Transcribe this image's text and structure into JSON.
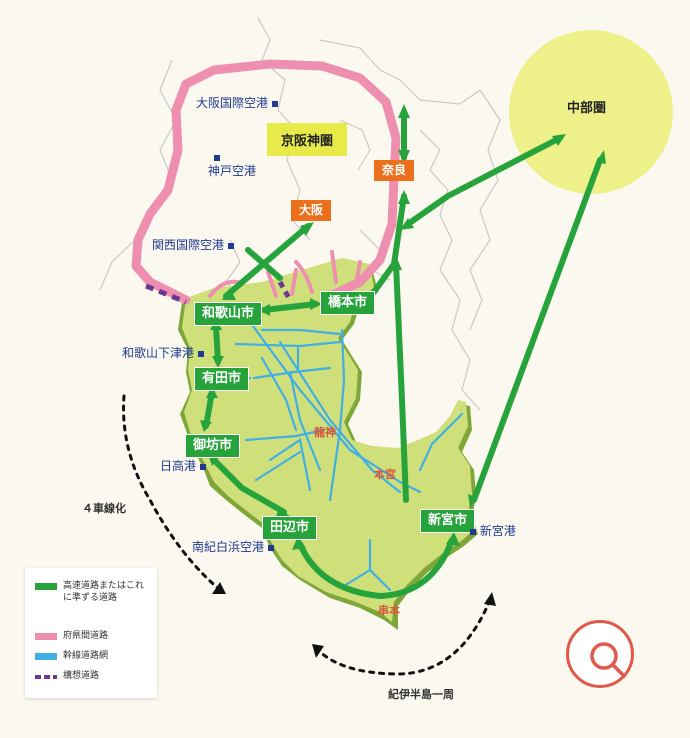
{
  "regions": {
    "keihanshin": "京阪神圏",
    "chubu": "中部圏"
  },
  "prefectures": {
    "osaka": "大阪",
    "nara": "奈良"
  },
  "cities": {
    "wakayama": "和歌山市",
    "hashimoto": "橋本市",
    "arida": "有田市",
    "gobo": "御坊市",
    "tanabe": "田辺市",
    "shingu": "新宮市"
  },
  "ports": {
    "osaka_airport": "大阪国際空港",
    "kobe_airport": "神戸空港",
    "kansai_airport": "関西国際空港",
    "wakayama_shimotsu_port": "和歌山下津港",
    "hidaka_port": "日高港",
    "nanki_shirahama_airport": "南紀白浜空港",
    "shingu_port": "新宮港"
  },
  "places": {
    "ryujin": "龍神",
    "hongu": "本宮",
    "kushimoto": "串本"
  },
  "notes": {
    "four_lane": "４車線化",
    "peninsula_loop": "紀伊半島一周"
  },
  "legend": {
    "expressway": "高速道路またはこれに準ずる道路",
    "interpref": "府県間道路",
    "trunk": "幹線道路網",
    "planned": "構想道路"
  },
  "colors": {
    "expressway": "#27a33c",
    "interpref": "#ef8fb0",
    "trunk": "#41aee4",
    "planned": "#6b3a8f",
    "land": "#cfe07a",
    "chubu_circle": "#eef08a",
    "search_ring": "#e1594a"
  },
  "search_icon": "magnifier-icon"
}
